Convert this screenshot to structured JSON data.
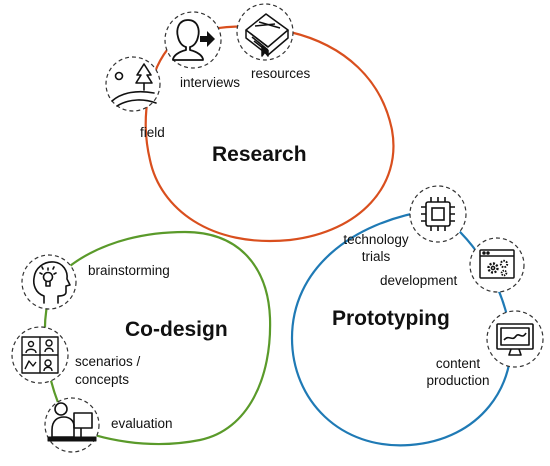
{
  "clusters": {
    "research": {
      "title": "Research",
      "color": "#d94f1e",
      "items": {
        "field": "field",
        "interviews": "interviews",
        "resources": "resources"
      }
    },
    "codesign": {
      "title": "Co-design",
      "color": "#5a9a2a",
      "items": {
        "brainstorming": "brainstorming",
        "scenarios": "scenarios /",
        "concepts": "concepts",
        "evaluation": "evaluation"
      }
    },
    "prototyping": {
      "title": "Prototyping",
      "color": "#1f7ab5",
      "items": {
        "technology": "technology",
        "trials": "trials",
        "development": "development",
        "content": "content",
        "production": "production"
      }
    }
  },
  "icons": [
    "landscape-icon",
    "person-arrow-icon",
    "books-icon",
    "head-lightbulb-icon",
    "storyboard-icon",
    "person-computer-icon",
    "chip-icon",
    "window-gears-icon",
    "monitor-graph-icon"
  ]
}
